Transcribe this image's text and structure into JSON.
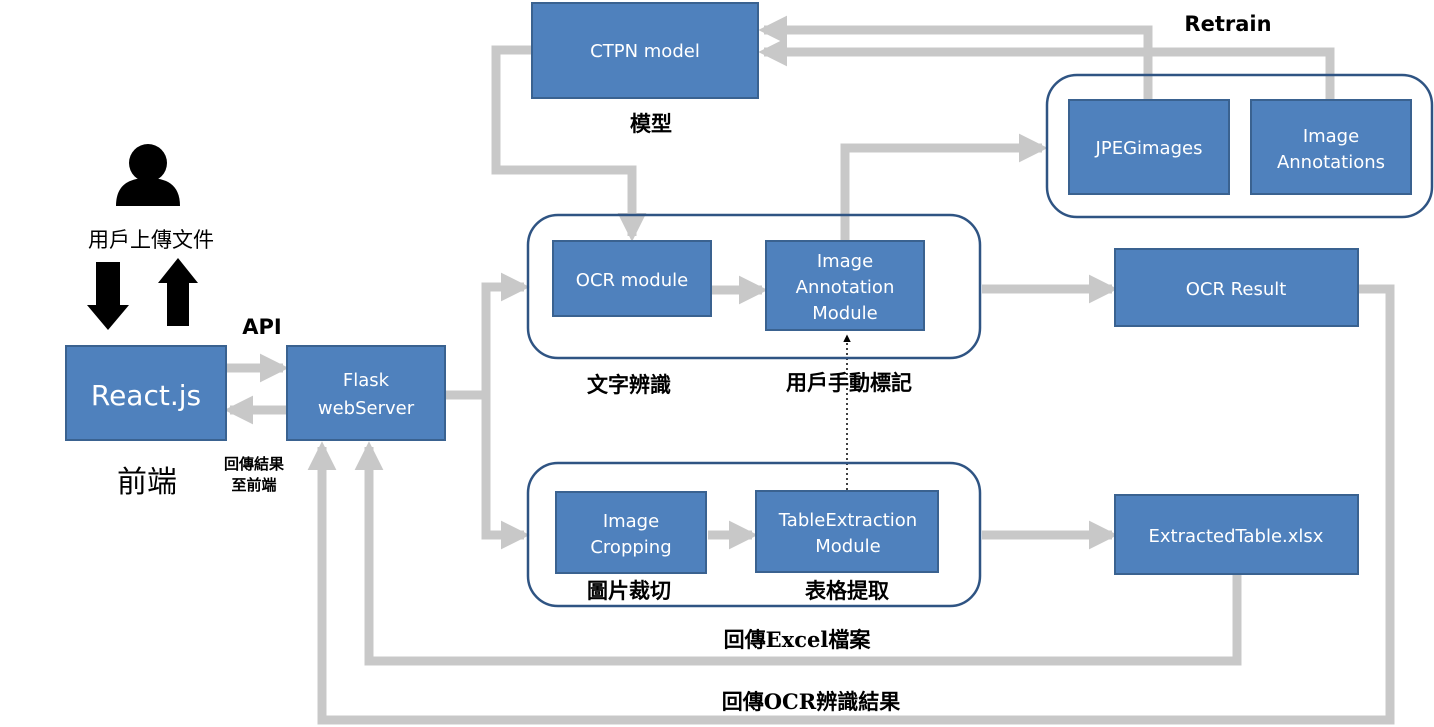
{
  "colors": {
    "box_fill": "#4f81bd",
    "box_stroke": "#3a6290",
    "group_stroke": "#2f5483",
    "arrow": "#c8c8c8",
    "text": "#000000"
  },
  "boxes": {
    "ctpn": "CTPN model",
    "jpeg": "JPEGimages",
    "image_annotations": [
      "Image",
      "Annotations"
    ],
    "ocr_module": "OCR module",
    "annotation_module": [
      "Image",
      "Annotation",
      "Module"
    ],
    "ocr_result": "OCR Result",
    "react": "React.js",
    "flask": [
      "Flask",
      "webServer"
    ],
    "cropping": [
      "Image",
      "Cropping"
    ],
    "table_extraction": [
      "TableExtraction",
      "Module"
    ],
    "extracted_table": "ExtractedTable.xlsx"
  },
  "labels": {
    "retrain": "Retrain",
    "model": "模型",
    "user_upload": "用戶上傳文件",
    "api": "API",
    "frontend": "前端",
    "return_results": [
      "回傳結果",
      "至前端"
    ],
    "text_recognition": "文字辨識",
    "manual_annotation": "用戶手動標記",
    "image_cropping": "圖片裁切",
    "table_extract": "表格提取",
    "return_excel": "回傳Excel檔案",
    "return_ocr": "回傳OCR辨識結果"
  },
  "icons": {
    "user": "user-icon",
    "down": "arrow-down-icon",
    "up": "arrow-up-icon"
  }
}
